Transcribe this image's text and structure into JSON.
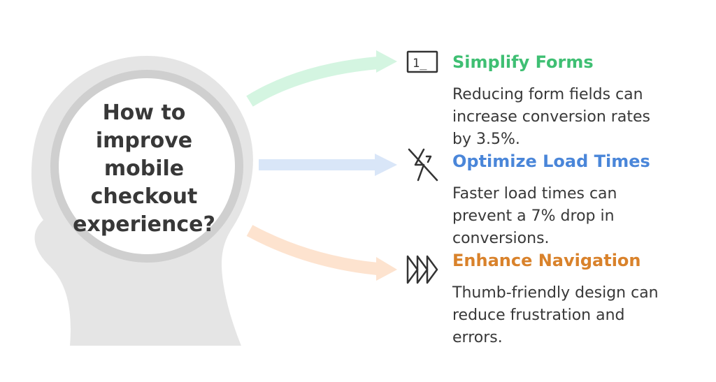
{
  "question": "How to\nimprove\nmobile\ncheckout\nexperience?",
  "items": [
    {
      "title": "Simplify Forms",
      "description": "Reducing form fields can\nincrease conversion rates\nby 3.5%.",
      "color": "#3fbf73",
      "arrow_color": "#d4f5e1",
      "icon": "terminal-form-icon",
      "icon_label": "1_"
    },
    {
      "title": "Optimize Load Times",
      "description": "Faster load times can\nprevent a 7% drop in\nconversions.",
      "color": "#4a86d9",
      "arrow_color": "#d9e6f8",
      "icon": "no-lightning-icon"
    },
    {
      "title": "Enhance Navigation",
      "description": "Thumb-friendly design can\nreduce frustration and\nerrors.",
      "color": "#d9822b",
      "arrow_color": "#fde3cf",
      "icon": "fast-forward-icon"
    }
  ],
  "colors": {
    "head": "#e5e5e5",
    "head_circle": "#cfcfcf"
  }
}
